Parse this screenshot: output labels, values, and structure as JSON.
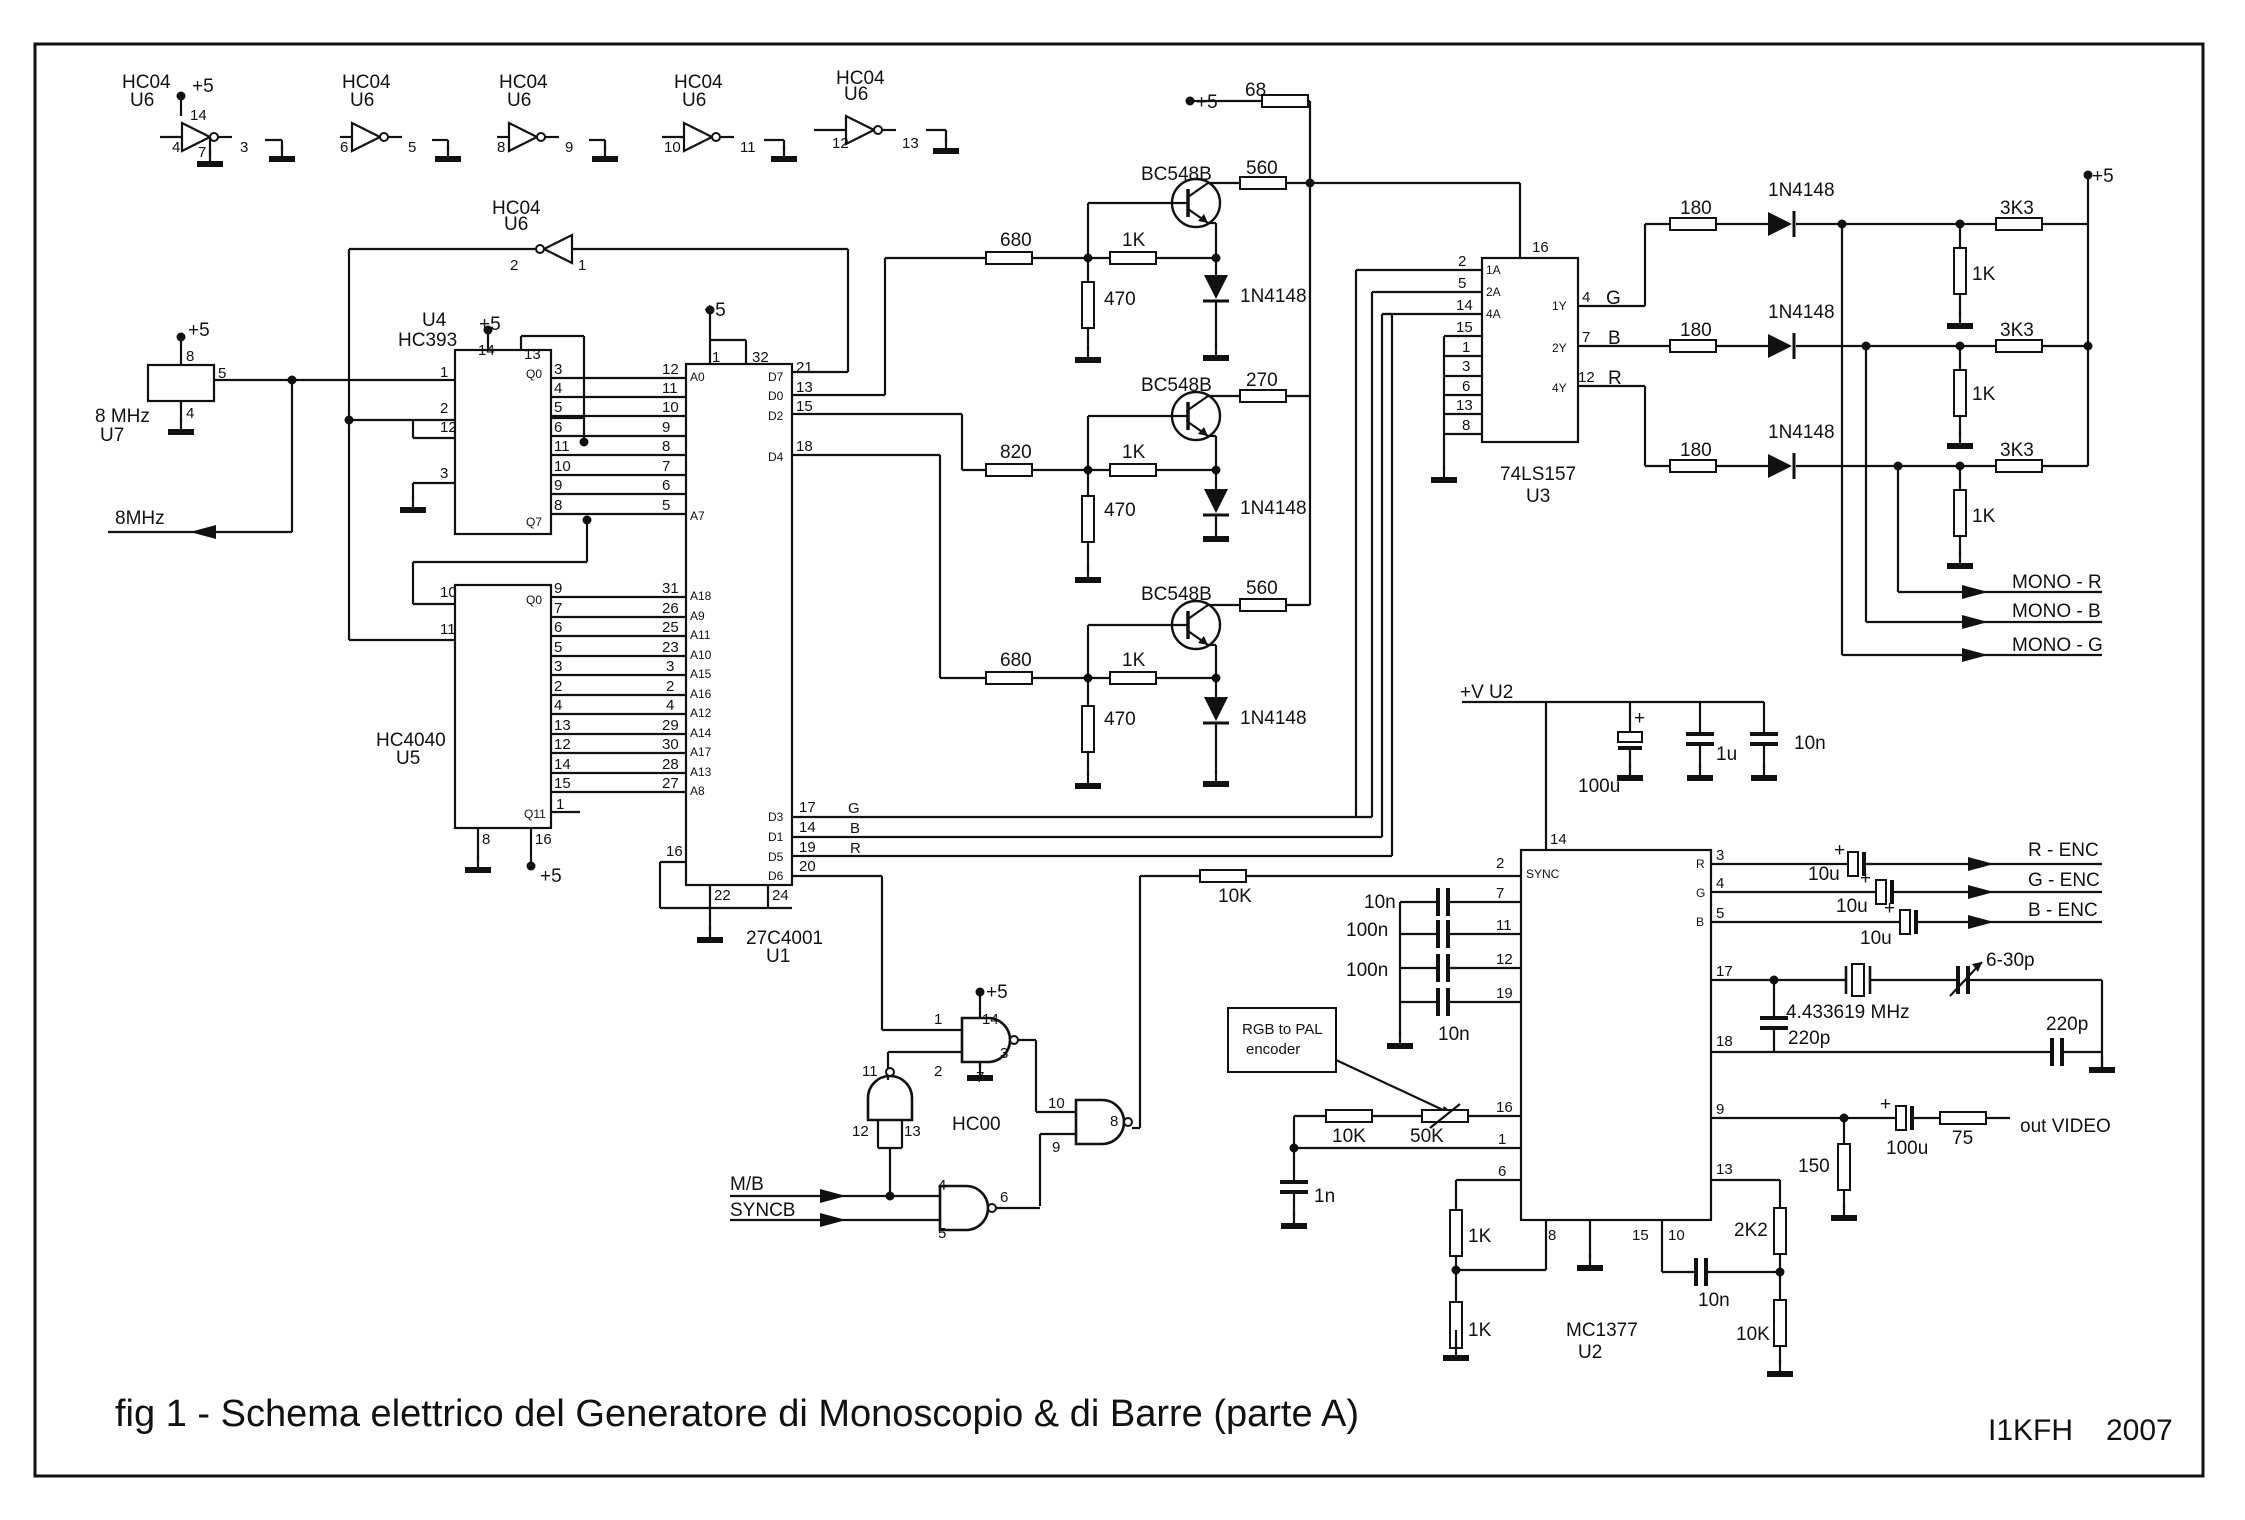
{
  "caption": "fig 1 - Schema elettrico del Generatore di Monoscopio & di Barre (parte A)",
  "author": "I1KFH",
  "year": "2007",
  "supply": "+5",
  "supply_u2": "+V U2",
  "inverters": {
    "part": "HC04",
    "ref": "U6",
    "pins": [
      [
        "4",
        "3"
      ],
      [
        "6",
        "5"
      ],
      [
        "8",
        "9"
      ],
      [
        "10",
        "11"
      ],
      [
        "12",
        "13"
      ],
      [
        "2",
        "1"
      ]
    ],
    "power_pins": [
      "14",
      "7"
    ]
  },
  "oscillator": {
    "freq": "8 MHz",
    "ref": "U7",
    "pins": [
      "8",
      "5",
      "4"
    ],
    "out_label": "8MHz"
  },
  "counter393": {
    "ref": "U4",
    "part": "HC393",
    "left_pins": [
      "1",
      "2",
      "12",
      "3"
    ],
    "top_pins": [
      "14",
      "13"
    ],
    "pins_q": [
      "3",
      "4",
      "5",
      "6",
      "11",
      "10",
      "9",
      "8"
    ],
    "q0": "Q0",
    "q7": "Q7"
  },
  "counter4040": {
    "part": "HC4040",
    "ref": "U5",
    "left_pins": [
      "10",
      "11"
    ],
    "bottom_pins": [
      "8",
      "16"
    ],
    "pins_q": [
      "9",
      "7",
      "6",
      "5",
      "3",
      "2",
      "4",
      "13",
      "12",
      "14",
      "15"
    ],
    "q_last": "1",
    "q0": "Q0",
    "q11": "Q11"
  },
  "eprom": {
    "part": "27C4001",
    "ref": "U1",
    "top_pins": [
      "1",
      "32"
    ],
    "bottom_pins": [
      "16",
      "22",
      "24"
    ],
    "addr_pins": [
      "12",
      "11",
      "10",
      "9",
      "8",
      "7",
      "6",
      "5"
    ],
    "addr_pins2": [
      "31",
      "26",
      "25",
      "23",
      "3",
      "2",
      "4",
      "29",
      "30",
      "28",
      "27"
    ],
    "addr_names": [
      "A0",
      "A7",
      "A18",
      "A9",
      "A11",
      "A10",
      "A15",
      "A16",
      "A12",
      "A14",
      "A17",
      "A13",
      "A8"
    ],
    "data_top": [
      [
        "21",
        "D7"
      ],
      [
        "13",
        "D0"
      ],
      [
        "15",
        "D2"
      ],
      [
        "18",
        "D4"
      ]
    ],
    "data_bottom": [
      [
        "17",
        "D3",
        "G"
      ],
      [
        "14",
        "D1",
        "B"
      ],
      [
        "19",
        "D5",
        "R"
      ],
      [
        "20",
        "D6",
        ""
      ]
    ]
  },
  "transistors": {
    "part": "BC548B",
    "diode": "1N4148",
    "r68": "68",
    "stages": [
      {
        "rb": "680",
        "rbe": "1K",
        "rpd": "470",
        "rc": "560"
      },
      {
        "rb": "820",
        "rbe": "1K",
        "rpd": "470",
        "rc": "270"
      },
      {
        "rb": "680",
        "rbe": "1K",
        "rpd": "470",
        "rc": "560"
      }
    ]
  },
  "mux": {
    "part": "74LS157",
    "ref": "U3",
    "in_pins": [
      "2",
      "5",
      "14",
      "15",
      "1",
      "3",
      "6",
      "13",
      "8"
    ],
    "in_names": [
      "1A",
      "2A",
      "4A"
    ],
    "top_pin": "16",
    "outputs": [
      [
        "4",
        "1Y",
        "G"
      ],
      [
        "7",
        "2Y",
        "B"
      ],
      [
        "12",
        "4Y",
        "R"
      ]
    ]
  },
  "rgb_out": {
    "r_series": "180",
    "diode": "1N4148",
    "r_pull": "3K3",
    "r_gnd": "1K",
    "mono": [
      "MONO - R",
      "MONO - B",
      "MONO - G"
    ]
  },
  "sync_logic": {
    "part": "HC00",
    "pins": [
      "1",
      "2",
      "3",
      "14",
      "7",
      "11",
      "12",
      "13",
      "10",
      "9",
      "8",
      "4",
      "5",
      "6"
    ],
    "in_mb": "M/B",
    "in_sync": "SYNCB",
    "r_sync": "10K"
  },
  "decoupling": [
    "100u",
    "1u",
    "10n"
  ],
  "encoder": {
    "part": "MC1377",
    "ref": "U2",
    "sync_label": "SYNC",
    "right_labels": [
      "R",
      "G",
      "B"
    ],
    "note": "RGB to PAL encoder",
    "left_pins": [
      "2",
      "7",
      "11",
      "12",
      "19",
      "16",
      "1",
      "6"
    ],
    "right_pins": [
      "3",
      "4",
      "5",
      "17",
      "18",
      "9",
      "13"
    ],
    "top_pin": "14",
    "bottom_pins": [
      "8",
      "15",
      "10"
    ],
    "left_caps": [
      "10n",
      "100n",
      "100n",
      "10n"
    ],
    "r_10k": "10K",
    "pot": "50K",
    "c_1n": "1n",
    "r_1k": [
      "1K",
      "1K"
    ],
    "c_10n": "10n",
    "r_2k2": "2K2",
    "r_10k_b": "10K",
    "enc_inputs": [
      "R - ENC",
      "G - ENC",
      "B - ENC"
    ],
    "enc_caps": [
      "10u",
      "10u",
      "10u"
    ],
    "crystal": "4.433619 MHz",
    "trimmer": "6-30p",
    "c_220p": [
      "220p",
      "220p"
    ],
    "out_cap": "100u",
    "out_r": "75",
    "out_gnd_r": "150",
    "out_label": "out VIDEO"
  }
}
